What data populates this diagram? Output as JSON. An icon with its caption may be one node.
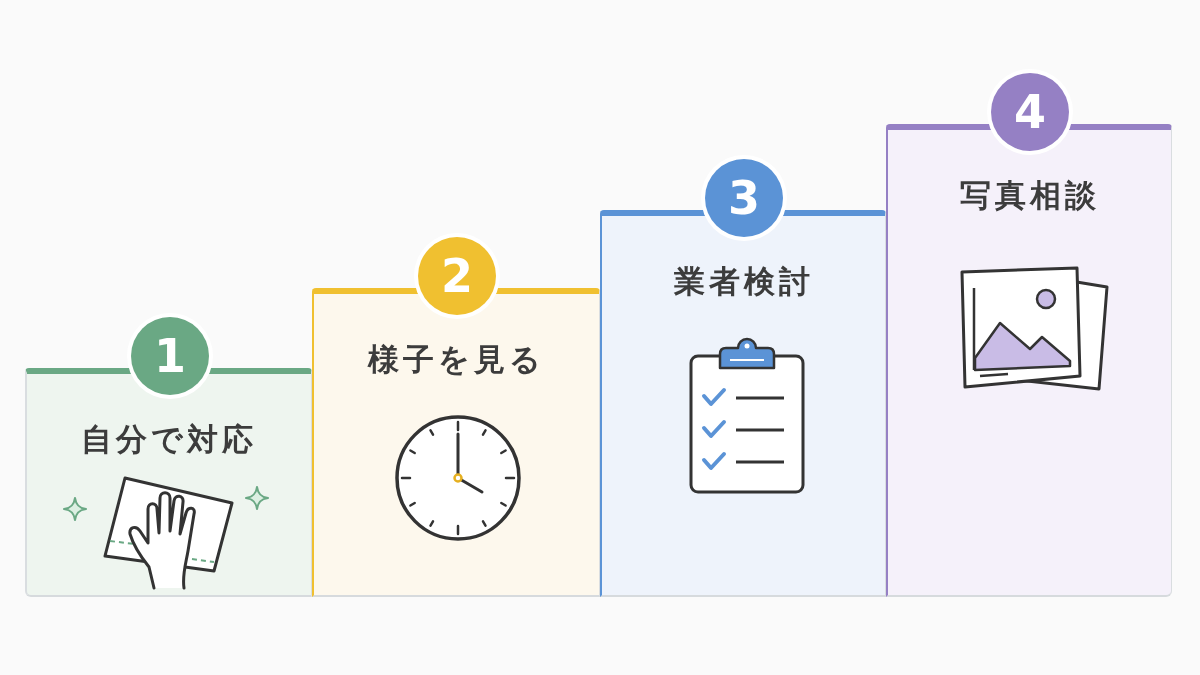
{
  "diagram": {
    "nodes": [
      {
        "text": [
          "1",
          "自分で対応"
        ]
      },
      {
        "text": [
          "2",
          "様子を見る"
        ]
      },
      {
        "text": [
          "3",
          "業者検討"
        ]
      },
      {
        "text": [
          "4",
          "写真相談"
        ]
      }
    ]
  }
}
